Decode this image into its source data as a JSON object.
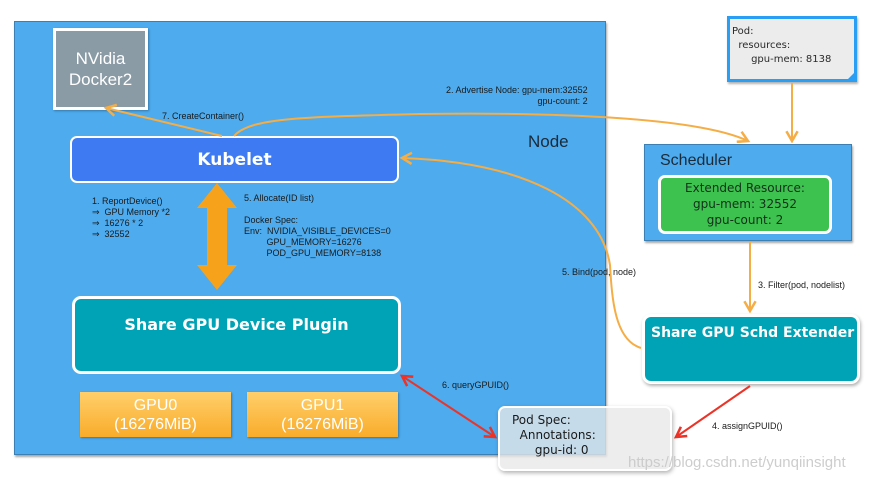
{
  "diagram": {
    "colors": {
      "node_background": "#4dabee",
      "kubelet": "#3e7bf3",
      "device_plugin": "#00a3b5",
      "gpu": "#f9ac2a",
      "nvidia_docker": "#8a9ba6",
      "extended_resource": "#3ec24f",
      "orange_arrow": "#f5ad46",
      "red_arrow": "#ec3328"
    },
    "node": {
      "label": "Node",
      "nvidia_docker": {
        "line1": "NVidia",
        "line2": "Docker2"
      },
      "kubelet": {
        "label": "Kubelet"
      },
      "device_plugin": {
        "label": "Share GPU Device Plugin"
      },
      "gpus": [
        {
          "name": "GPU0",
          "memory": "(16276MiB)"
        },
        {
          "name": "GPU1",
          "memory": "(16276MiB)"
        }
      ],
      "report_device": "1. ReportDevice()\n⇒  GPU Memory *2\n⇒  16276 * 2\n⇒  32552",
      "allocate": "5. Allocate(ID list)",
      "docker_spec": "Docker Spec:\nEnv:  NVIDIA_VISIBLE_DEVICES=0\n         GPU_MEMORY=16276\n         POD_GPU_MEMORY=8138"
    },
    "pod_request": {
      "text": "Pod:\n  resources:\n      gpu-mem: 8138"
    },
    "scheduler": {
      "label": "Scheduler",
      "extended_resource": {
        "title": "Extended Resource:",
        "gpu_mem": "gpu-mem: 32552",
        "gpu_count": "gpu-count: 2"
      }
    },
    "extender": {
      "label": "Share GPU Schd Extender"
    },
    "pod_spec": {
      "text": "Pod Spec:\n  Annotations:\n      gpu-id: 0"
    },
    "edges": {
      "create_container": "7. CreateContainer()",
      "advertise_node": "2. Advertise Node: gpu-mem:32552\ngpu-count: 2",
      "bind": "5. Bind(pod, node)",
      "filter": "3. Filter(pod, nodelist)",
      "query_gpu_id": "6. queryGPUID()",
      "assign_gpu_id": "4. assignGPUID()"
    },
    "watermark": "https://blog.csdn.net/yunqiinsight"
  }
}
